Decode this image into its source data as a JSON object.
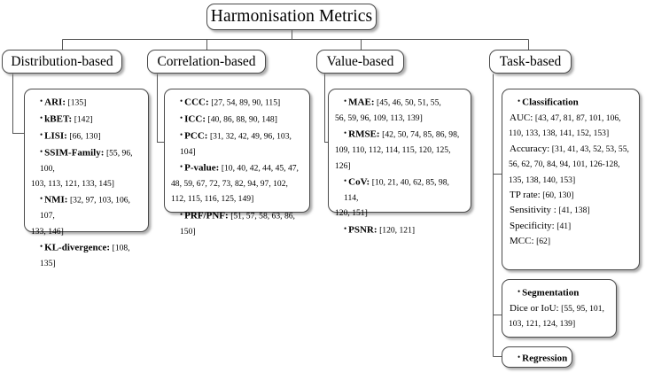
{
  "diagram": {
    "type": "tree",
    "title": "Harmonisation Metrics",
    "root": {
      "label": "Harmonisation Metrics"
    },
    "categories": [
      {
        "label": "Distribution-based"
      },
      {
        "label": "Correlation-based"
      },
      {
        "label": "Value-based"
      },
      {
        "label": "Task-based"
      }
    ],
    "groups": {
      "distribution": {
        "entries": [
          {
            "bullet": "•",
            "label": "ARI:",
            "refs": "[135]"
          },
          {
            "bullet": "•",
            "label": "kBET:",
            "refs": "[142]"
          },
          {
            "bullet": "•",
            "label": "LISI:",
            "refs": "[66, 130]"
          },
          {
            "bullet": "•",
            "label": "SSIM-Family:",
            "refs": "[55, 96, 100,"
          },
          {
            "bullet": "",
            "label": "",
            "refs": "103, 113, 121, 133, 145]"
          },
          {
            "bullet": "•",
            "label": "NMI:",
            "refs": "[32, 97, 103, 106, 107,"
          },
          {
            "bullet": "",
            "label": "",
            "refs": "133, 146]"
          },
          {
            "bullet": "•",
            "label": "KL-divergence:",
            "refs": "[108, 135]"
          }
        ]
      },
      "correlation": {
        "entries": [
          {
            "bullet": "•",
            "label": "CCC:",
            "refs": "[27, 54, 89, 90, 115]"
          },
          {
            "bullet": "•",
            "label": "ICC:",
            "refs": "[40, 86, 88, 90, 148]"
          },
          {
            "bullet": "•",
            "label": "PCC:",
            "refs": "[31, 32, 42, 49, 96, 103, 104]"
          },
          {
            "bullet": "•",
            "label": "P-value:",
            "refs": "[10, 40, 42, 44, 45, 47,"
          },
          {
            "bullet": "",
            "label": "",
            "refs": "48, 59, 67, 72, 73, 82, 94, 97, 102,"
          },
          {
            "bullet": "",
            "label": "",
            "refs": "112, 115, 116, 125, 149]"
          },
          {
            "bullet": "•",
            "label": "PRF/PNF:",
            "refs": "[51, 57, 58, 63, 86, 150]"
          }
        ]
      },
      "value": {
        "entries": [
          {
            "bullet": "•",
            "label": "MAE:",
            "refs": "[45, 46, 50, 51, 55,"
          },
          {
            "bullet": "",
            "label": "",
            "refs": "56, 59, 96, 109, 113, 139]"
          },
          {
            "bullet": "•",
            "label": "RMSE:",
            "refs": "[42, 50, 74, 85, 86, 98,"
          },
          {
            "bullet": "",
            "label": "",
            "refs": "109, 110, 112, 114, 115, 120, 125, 126]"
          },
          {
            "bullet": "•",
            "label": "CoV:",
            "refs": "[10, 21, 40, 62, 85, 98, 114,"
          },
          {
            "bullet": "",
            "label": "",
            "refs": "120, 151]"
          },
          {
            "bullet": "•",
            "label": "PSNR:",
            "refs": "[120, 121]"
          }
        ]
      },
      "classification": {
        "entries": [
          {
            "bullet": "•",
            "label": "Classification",
            "refs": ""
          },
          {
            "bullet": "",
            "label": "AUC:",
            "refs": "[43, 47, 81, 87, 101, 106,"
          },
          {
            "bullet": "",
            "label": "",
            "refs": "110, 133, 138, 141, 152, 153]"
          },
          {
            "bullet": "",
            "label": "Accuracy:",
            "refs": "[31, 41, 43, 52, 53, 55,"
          },
          {
            "bullet": "",
            "label": "",
            "refs": "56, 62, 70, 84, 94, 101, 126-128,"
          },
          {
            "bullet": "",
            "label": "",
            "refs": "135, 138, 140, 153]"
          },
          {
            "bullet": "",
            "label": "TP rate:",
            "refs": "[60, 130]"
          },
          {
            "bullet": "",
            "label": "Sensitivity :",
            "refs": "[41, 138]"
          },
          {
            "bullet": "",
            "label": "Specificity:",
            "refs": "[41]"
          },
          {
            "bullet": "",
            "label": "MCC:",
            "refs": "[62]"
          }
        ]
      },
      "segmentation": {
        "entries": [
          {
            "bullet": "•",
            "label": "Segmentation",
            "refs": ""
          },
          {
            "bullet": "",
            "label": "Dice or IoU:",
            "refs": "[55, 95, 101,"
          },
          {
            "bullet": "",
            "label": "",
            "refs": "103, 121, 124, 139]"
          }
        ]
      },
      "regression": {
        "entries": [
          {
            "bullet": "•",
            "label": "Regression",
            "refs": ""
          }
        ]
      }
    },
    "colors": {
      "box_border": "#4a4a4a",
      "connector": "#555555",
      "background": "#ffffff",
      "text": "#000000"
    }
  }
}
